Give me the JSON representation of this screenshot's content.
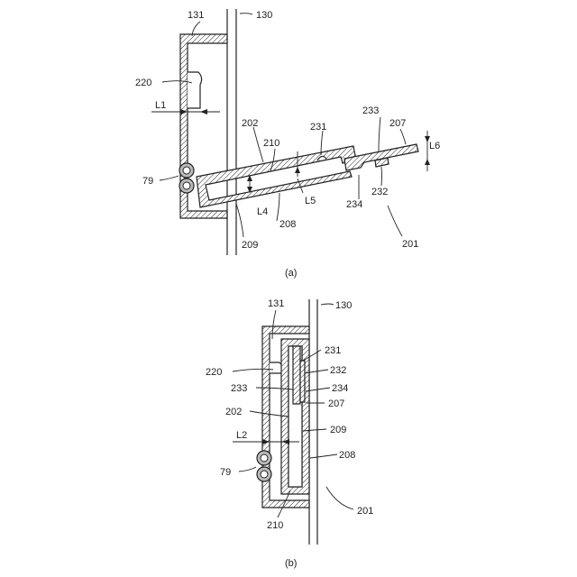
{
  "fig_a": {
    "caption": "(a)",
    "labels": {
      "l131": "131",
      "l130": "130",
      "l220": "220",
      "l_L1": "L1",
      "l202": "202",
      "l231": "231",
      "l233": "233",
      "l207": "207",
      "l210": "210",
      "l_L6": "L6",
      "l79": "79",
      "l_L5": "L5",
      "l232": "232",
      "l_L4": "L4",
      "l208": "208",
      "l234": "234",
      "l209": "209",
      "l201": "201"
    }
  },
  "fig_b": {
    "caption": "(b)",
    "labels": {
      "l131": "131",
      "l130": "130",
      "l231": "231",
      "l220": "220",
      "l232": "232",
      "l233": "233",
      "l234": "234",
      "l207": "207",
      "l202": "202",
      "l209": "209",
      "l_L2": "L2",
      "l208": "208",
      "l79": "79",
      "l201": "201",
      "l210": "210"
    }
  }
}
